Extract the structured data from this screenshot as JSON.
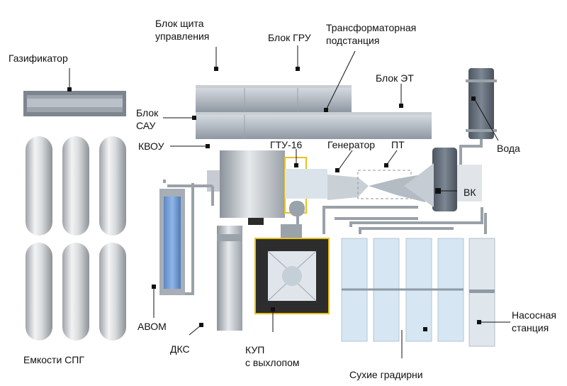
{
  "labels": {
    "gasifier": "Газификатор",
    "control_panel": [
      "Блок щита",
      "управления"
    ],
    "gru": "Блок ГРУ",
    "substation": [
      "Трансформаторная",
      "подстанция"
    ],
    "et_block": "Блок ЭТ",
    "sau_block": [
      "Блок",
      "САУ"
    ],
    "kvou": "КВОУ",
    "gtu": "ГТУ-16",
    "generator": "Генератор",
    "pt": "ПТ",
    "water": "Вода",
    "vk": "ВК",
    "avom": "АВОМ",
    "dks": "ДКС",
    "kup": [
      "КУП",
      "с выхлопом"
    ],
    "lng_tanks": "Емкости СПГ",
    "dry_coolers": "Сухие градирни",
    "pump_station": [
      "Насосная",
      "станция"
    ]
  },
  "colors": {
    "outline": "#1a1a1a",
    "highlight": "#e8c21c",
    "metal": "#b9c0c8",
    "cooler_panel": "#d6e6f2",
    "avom_fill": "#6f9fd8"
  }
}
